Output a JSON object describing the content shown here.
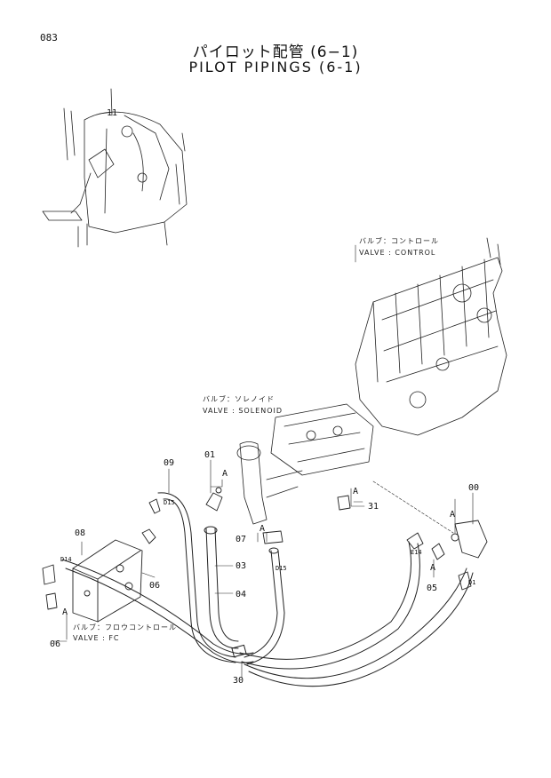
{
  "page": {
    "number": "083"
  },
  "title": {
    "japanese": "パイロット配管 (6−1)",
    "english": "PILOT PIPINGS (6-1)"
  },
  "notes": {
    "control_valve_jp": "バルブ：コントロール",
    "control_valve_en": "VALVE : CONTROL",
    "solenoid_valve_jp": "バルブ：ソレノイド",
    "solenoid_valve_en": "VALVE : SOLENOID",
    "fc_valve_jp": "バルブ：フロウコントロール",
    "fc_valve_en": "VALVE : FC"
  },
  "callouts": {
    "c00": "00",
    "c01": "01",
    "c03": "03",
    "c04": "04",
    "c05": "05",
    "c06a": "06",
    "c06b": "06",
    "c07": "07",
    "c08": "08",
    "c09": "09",
    "c30": "30",
    "c31": "31",
    "c11": "11"
  },
  "port_marks": {
    "a": "A",
    "d15": "D15",
    "d14": "D14",
    "d1": "D1",
    "e14": "E14"
  }
}
